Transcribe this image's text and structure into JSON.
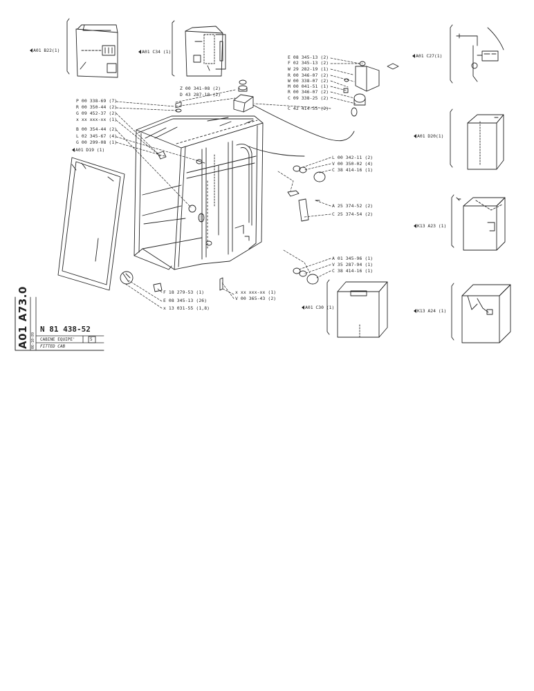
{
  "title_block": {
    "section_code": "A01 A73.0",
    "date": "06-10-89",
    "part_number": "N 81 438-52",
    "name_fr": "CABINE EQUIPE'",
    "name_en": "FITTED CAB",
    "qty": "5"
  },
  "part_labels": {
    "e08_345_13_top": "E 08 345-13 (2)",
    "f02_345_13": "F 02 345-13 (2)",
    "w29_282_19": "W 29 282-19 (1)",
    "r00_346_07_a": "R 00 346-07 (2)",
    "w00_338_07": "W 00 338-07 (2)",
    "m00_041_51": "M 00 041-51 (1)",
    "r00_346_07_b": "R 00 346-07 (2)",
    "c09_338_25": "C 09 338-25 (2)",
    "c42_414_55": "C 42 414-55 (2)",
    "z00_341_08": "Z 00 341-08 (2)",
    "d43_287_18": "D 43 287-18 (2)",
    "p00_338_69": "P 00 338-69 (7)",
    "r00_350_44": "R 00 350-44 (2)",
    "g09_452_37": "G 09 452-37 (2)",
    "xxx_top": "x xx xxx-xx (1)",
    "b00_354_44": "B 00 354-44 (2)",
    "l02_345_67": "L 02 345-67 (4)",
    "g00_299_08": "G 00 299-08 (1)",
    "l00_342_11": "L 00 342-11 (2)",
    "v00_350_02": "V 00 350-02 (4)",
    "c38_414_16_a": "C 38 414-16 (1)",
    "a25_374_52": "A 25 374-52 (2)",
    "c25_374_54": "C 25 374-54 (2)",
    "a01_345_96": "A 01 345-96 (1)",
    "v35_287_94": "V 35 287-94 (1)",
    "c38_414_16_b": "C 38 414-16 (1)",
    "xxx_bottom": "x xx xxx-xx (1)",
    "v00_365_43": "V 00 365-43 (2)",
    "f18_279_53": "F 18 279-53 (1)",
    "e08_345_13_bottom": "E 08 345-13 (26)",
    "x13_031_55": "x 13 031-55 (1,8)"
  },
  "references": {
    "a01_b22": "A01  B22(1)",
    "a01_c34": "A01  C34 (1)",
    "a01_d19": "A01  D19 (1)",
    "a01_c27": "A01  C27(1)",
    "a01_d20": "A01  D20(1)",
    "k13_a23": "K13  A23 (1)",
    "a01_c30": "A01  C30 (1)",
    "k13_a24": "K13  A24 (1)"
  }
}
